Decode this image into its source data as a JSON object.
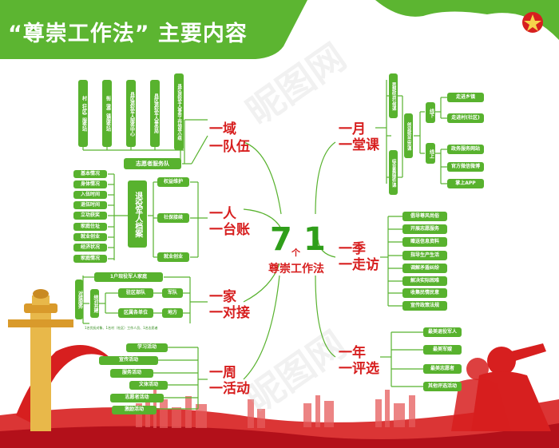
{
  "title": "“尊崇工作法” 主要内容",
  "colors": {
    "green": "#58b22e",
    "red": "#d71f1f",
    "dark_red": "#b3101a"
  },
  "center": {
    "number_left": "7",
    "number_right": "1",
    "ge": "个",
    "name": "尊崇工作法"
  },
  "left": {
    "b1": {
      "label": [
        "一域",
        "一队伍"
      ],
      "items": [
        "村（社区）服务站",
        "街（道）镇服务站",
        "县区退役军人服务中心",
        "县区退役军人事务局",
        "县区退役军人事务工作领导小组"
      ],
      "volunteer": "志愿者服务队"
    },
    "b2": {
      "label": [
        "一人",
        "一台账"
      ],
      "items": [
        "基本情况",
        "身体情况",
        "入伍时间",
        "退伍时间",
        "立功获奖",
        "家庭住址",
        "就业创业",
        "经济状况",
        "家庭情况"
      ],
      "file": "退役军人档案",
      "right_items": [
        "权益维护",
        "社保接续",
        "就业创业"
      ]
    },
    "b3": {
      "label": [
        "一家",
        "一对接"
      ],
      "vertical": "对接服务",
      "top": "1户现役军人家庭",
      "pair": "结对共建",
      "community": "驻区部队",
      "unit": "区属各单位",
      "army": "军队",
      "local": "地方",
      "note": "1名优抚对象、1名村（社区）工作人员、1名志愿者"
    },
    "b4": {
      "label": [
        "一周",
        "一活动"
      ],
      "items": [
        "学习活动",
        "宣传活动",
        "服务活动",
        "文体活动",
        "志愿者活动",
        "激励活动"
      ]
    }
  },
  "right": {
    "b1": {
      "label": [
        "一月",
        "一堂课"
      ],
      "v_items": [
        "思想政治引领课",
        "创业就业示范课",
        "综合素质提升课"
      ],
      "offline": "线下",
      "online": "线上",
      "offline_items": [
        "走进乡镇",
        "走进村(社区)"
      ],
      "online_items": [
        "政务服务网站",
        "官方微信微博",
        "掌上APP"
      ]
    },
    "b2": {
      "label": [
        "一季",
        "一走访"
      ],
      "items": [
        "倡导尊风尚俗",
        "开展志愿服务",
        "赠送信息资料",
        "指导生产生活",
        "调解矛盾纠纷",
        "解决实际困难",
        "收集民情民意",
        "宣传政策法规"
      ]
    },
    "b3": {
      "label": [
        "一年",
        "一评选"
      ],
      "items": [
        "最美退役军人",
        "最美军嫂",
        "最美志愿者",
        "其他评选活动"
      ]
    }
  },
  "watermarks": [
    "昵图网",
    "昵图网"
  ]
}
